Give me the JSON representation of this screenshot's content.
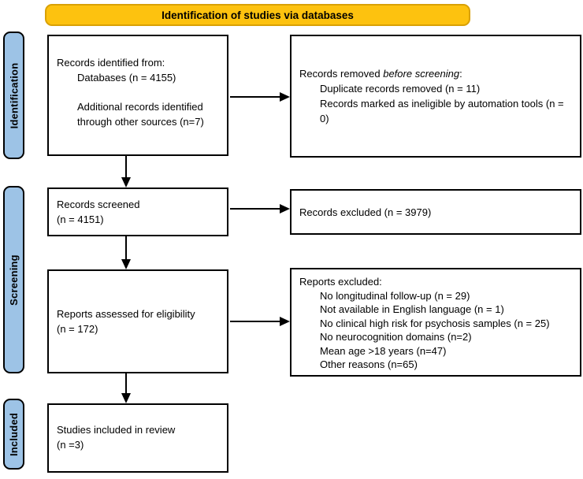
{
  "banner": {
    "label": "Identification of studies via databases"
  },
  "colors": {
    "banner_fill": "#FDC20F",
    "banner_border": "#D9A105",
    "sidebar_fill": "#9DC3E6",
    "box_border": "#000000"
  },
  "sidebar": {
    "items": [
      {
        "label": "Identification"
      },
      {
        "label": "Screening"
      },
      {
        "label": "Included"
      }
    ]
  },
  "boxes": {
    "identified": {
      "line1": "Records identified from:",
      "line2": "Databases (n = 4155)",
      "line3": "Additional records identified through other sources (n=7)"
    },
    "removed": {
      "title_prefix": "Records removed ",
      "title_italic": "before screening",
      "title_suffix": ":",
      "items": [
        "Duplicate records removed (n = 11)",
        "Records marked as ineligible by automation tools (n = 0)"
      ]
    },
    "screened": {
      "line1": "Records screened",
      "line2": "(n = 4151)"
    },
    "excluded": {
      "label": "Records excluded (n = 3979)"
    },
    "assessed": {
      "line1": "Reports assessed for eligibility",
      "line2": "(n = 172)"
    },
    "reports_excluded": {
      "title": "Reports excluded:",
      "items": [
        "No longitudinal follow-up (n = 29)",
        "Not available in English language (n = 1)",
        "No clinical high risk for psychosis samples (n = 25)",
        "No neurocognition domains (n=2)",
        "Mean age >18 years (n=47)",
        "Other reasons (n=65)"
      ]
    },
    "included": {
      "line1": "Studies included in review",
      "line2": "(n =3)"
    }
  }
}
